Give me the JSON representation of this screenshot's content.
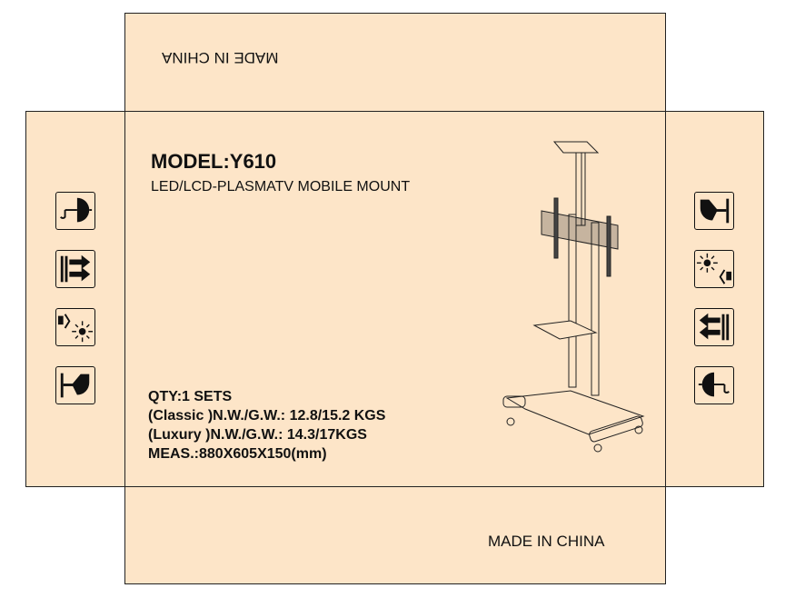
{
  "top_flap": {
    "text": "MADE IN CHINA"
  },
  "bottom_flap": {
    "text": "MADE IN CHINA"
  },
  "front": {
    "model": "MODEL:Y610",
    "product": "LED/LCD-PLASMATV MOBILE MOUNT",
    "specs": [
      "QTY:1 SETS",
      "(Classic )N.W./G.W.: 12.8/15.2 KGS",
      "(Luxury )N.W./G.W.: 14.3/17KGS",
      "MEAS.:880X605X150(mm)"
    ]
  },
  "left_icons": [
    "keep-dry-icon",
    "this-way-up-icon",
    "keep-away-from-heat-icon",
    "fragile-icon"
  ],
  "right_icons": [
    "fragile-icon",
    "keep-away-from-heat-icon",
    "this-way-up-icon",
    "keep-dry-icon"
  ],
  "colors": {
    "panel": "#fde5c8",
    "line": "#222222"
  }
}
